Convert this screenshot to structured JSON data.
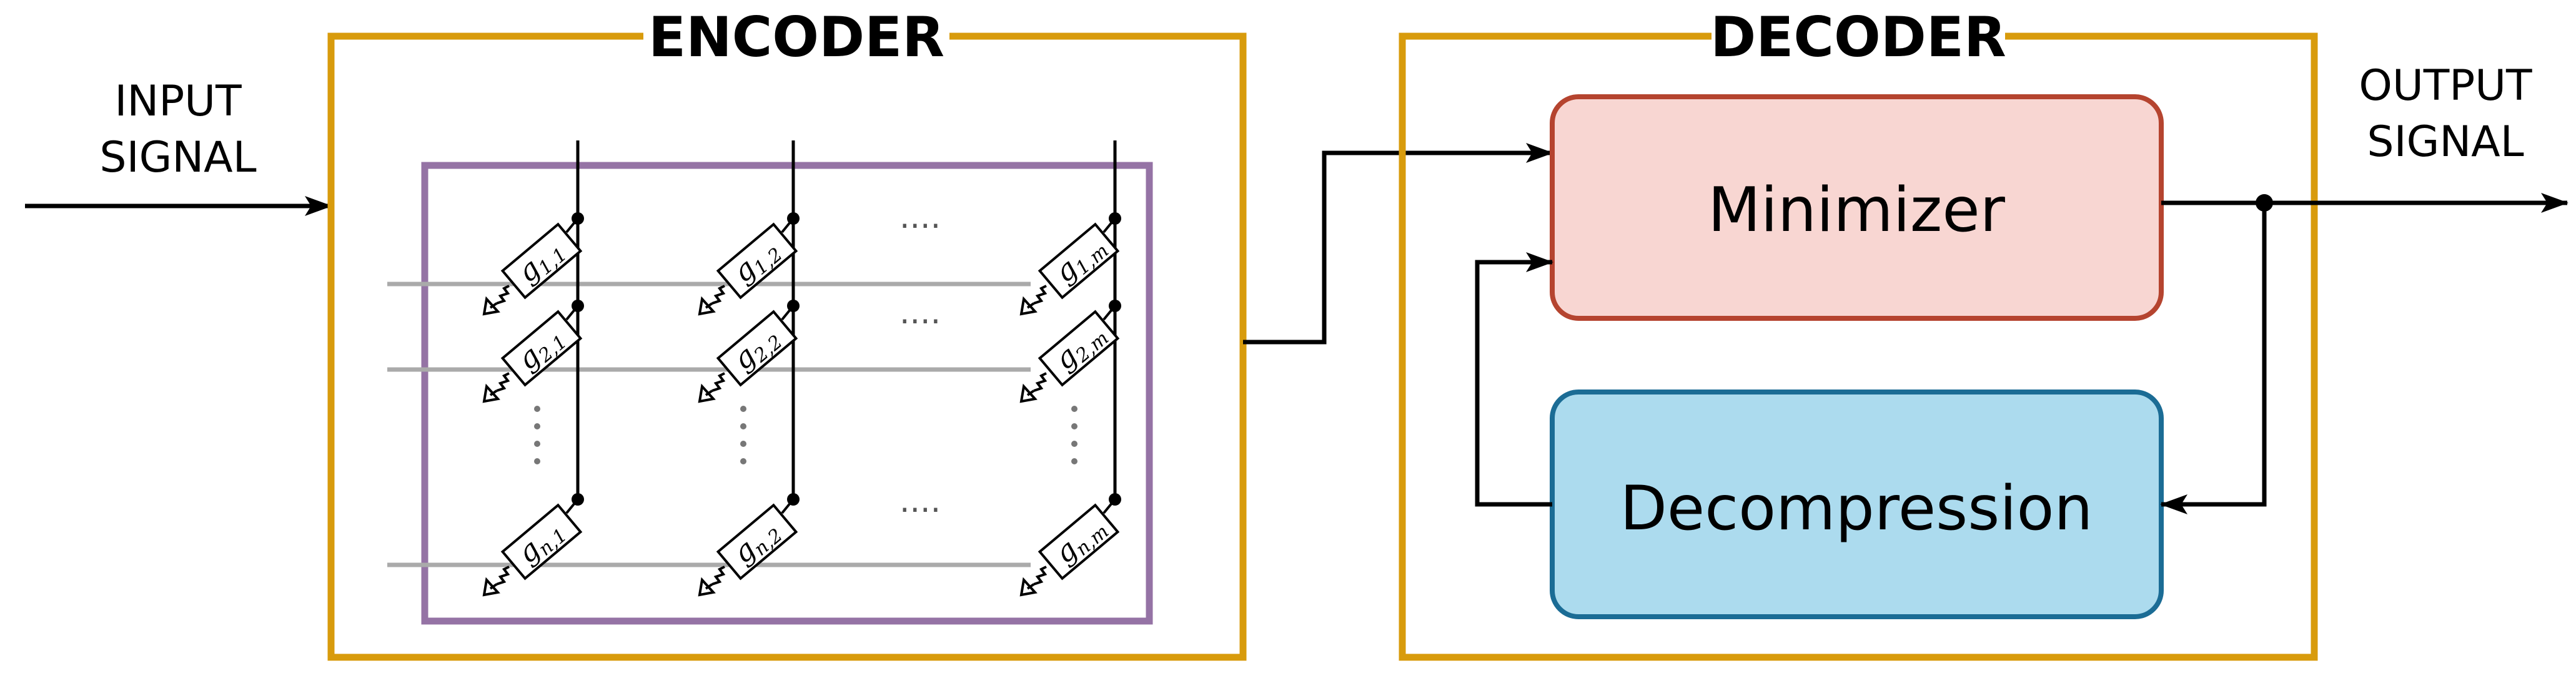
{
  "input_signal": {
    "line1": "INPUT",
    "line2": "SIGNAL"
  },
  "output_signal": {
    "line1": "OUTPUT",
    "line2": "SIGNAL"
  },
  "encoder": {
    "title": "ENCODER"
  },
  "decoder": {
    "title": "DECODER",
    "minimizer_label": "Minimizer",
    "decompression_label": "Decompression"
  },
  "crossbar": {
    "symbol": "g",
    "rows": [
      "1",
      "2",
      "n"
    ],
    "cols": [
      "1",
      "2",
      "m"
    ],
    "ellipsis": "····"
  },
  "colors": {
    "encoder_border": "#D89B0C",
    "decoder_border": "#D89B0C",
    "crossbar_border": "#9573A5",
    "minimizer_fill": "#F8D6D2",
    "minimizer_border": "#B5442F",
    "decompression_fill": "#ACDBEE",
    "decompression_border": "#1B6C95",
    "wire_gray": "#AAAAAA",
    "line": "#000000"
  }
}
